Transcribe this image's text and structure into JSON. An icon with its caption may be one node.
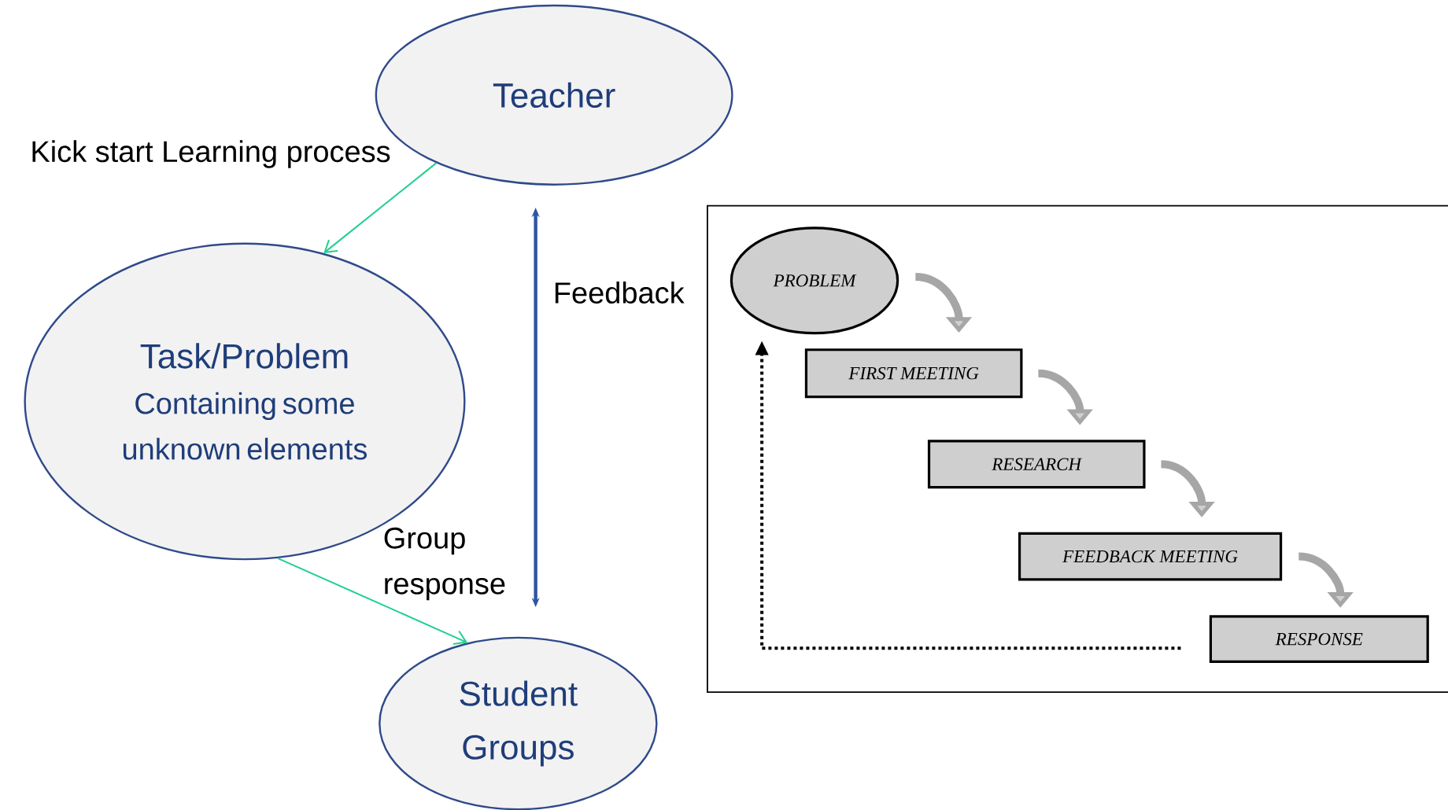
{
  "diagram": {
    "nodes": [
      {
        "text": [
          "Teacher"
        ]
      },
      {
        "text": [
          "Task/Problem",
          "Containing some unknown elements"
        ]
      },
      {
        "text": [
          "Student Groups"
        ]
      },
      {
        "text": [],
        "shape": "box"
      },
      {
        "text": [
          "PROBLEM"
        ],
        "in": 3
      },
      {
        "text": [
          "FIRST MEETING"
        ],
        "in": 3
      },
      {
        "text": [
          "RESEARCH"
        ],
        "in": 3
      },
      {
        "text": [
          "FEEDBACK MEETING"
        ],
        "in": 3
      },
      {
        "text": [
          "RESPONSE"
        ],
        "in": 3
      }
    ],
    "edges": [
      {
        "from": 0,
        "to": 1,
        "arrow": "to",
        "label": "Kick start Learning process",
        "color": "#1fd08f"
      },
      {
        "from": 1,
        "to": 2,
        "arrow": "to",
        "label": "Group response",
        "color": "#1fd08f"
      },
      {
        "from": 0,
        "to": 2,
        "arrow": "both",
        "label": "Feedback",
        "color": "#2f55a0"
      },
      {
        "from": 4,
        "to": 5,
        "arrow": "to",
        "style": "thick",
        "color": "#a6a6a6"
      },
      {
        "from": 5,
        "to": 6,
        "arrow": "to",
        "style": "thick",
        "color": "#a6a6a6"
      },
      {
        "from": 6,
        "to": 7,
        "arrow": "to",
        "style": "thick",
        "color": "#a6a6a6"
      },
      {
        "from": 7,
        "to": 8,
        "arrow": "to",
        "style": "thick",
        "color": "#a6a6a6"
      },
      {
        "from": 8,
        "to": 4,
        "arrow": "to",
        "style": "dashed",
        "color": "#000000"
      }
    ]
  }
}
